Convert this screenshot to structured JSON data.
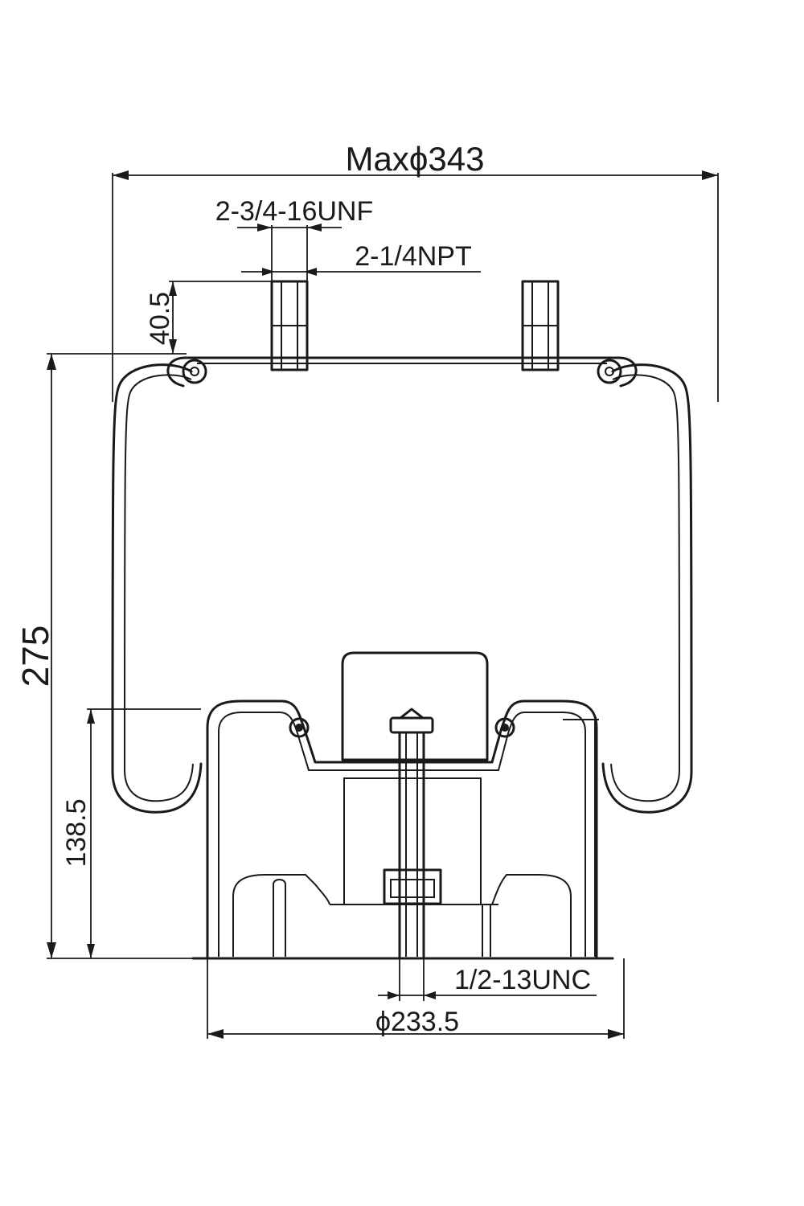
{
  "drawing": {
    "dimensions": {
      "max_diameter": "Maxϕ343",
      "top_thread": "2-3/4-16UNF",
      "air_port": "2-1/4NPT",
      "stud_height": "40.5",
      "overall_height": "275",
      "piston_height": "138.5",
      "bottom_thread": "1/2-13UNC",
      "piston_diameter": "ϕ233.5"
    }
  }
}
